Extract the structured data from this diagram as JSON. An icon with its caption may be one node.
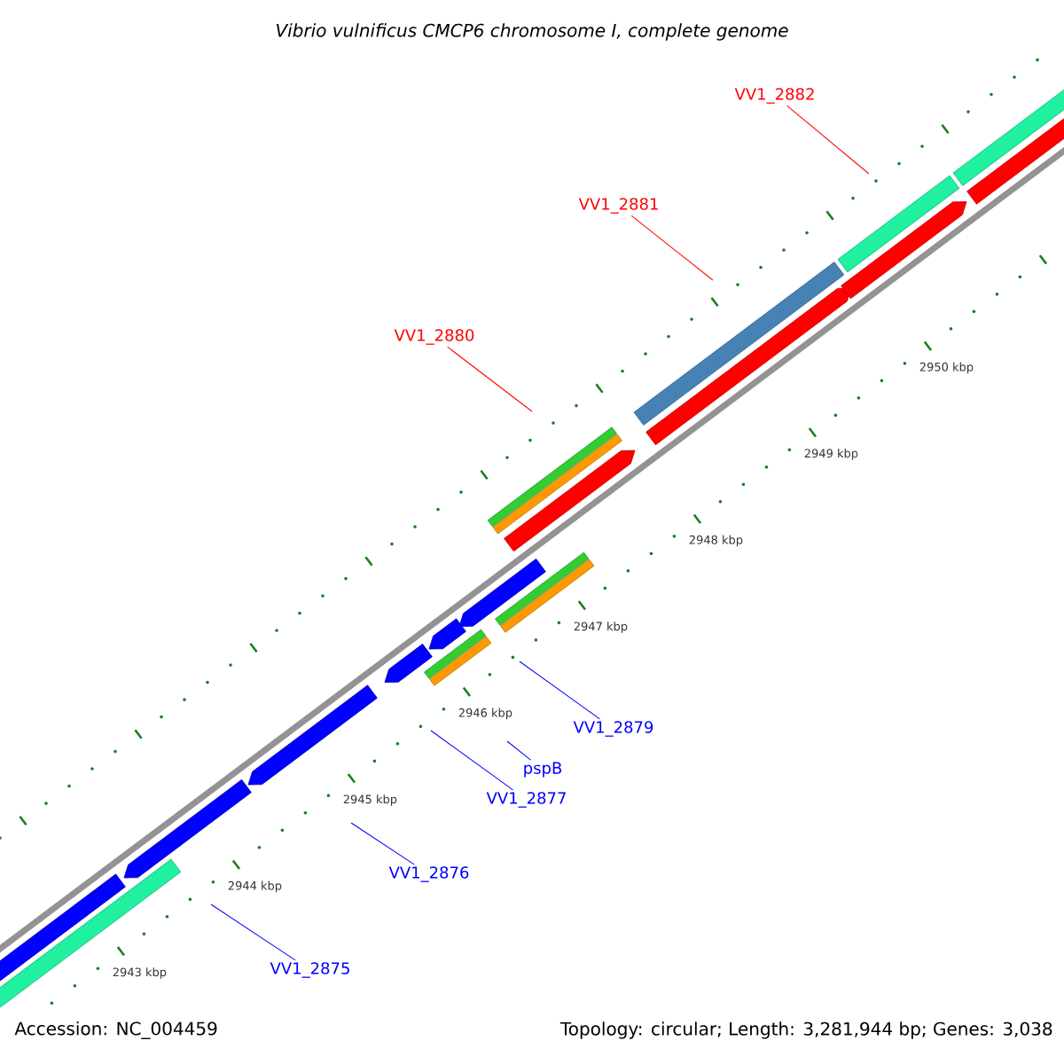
{
  "diagram": {
    "title": "Vibrio vulnificus CMCP6 chromosome I, complete genome",
    "nodes": [
      {
        "text": [
          "VV1_2882"
        ]
      },
      {
        "text": [
          "VV1_2881"
        ]
      },
      {
        "text": [
          "VV1_2880"
        ]
      },
      {
        "text": [
          "VV1_2879"
        ]
      },
      {
        "text": [
          "pspB"
        ]
      },
      {
        "text": [
          "VV1_2877"
        ]
      },
      {
        "text": [
          "VV1_2876"
        ]
      },
      {
        "text": [
          "VV1_2875"
        ]
      }
    ],
    "edges": [
      {
        "from": 0,
        "to": null,
        "arrow": "none",
        "color": "#ff0000"
      },
      {
        "from": 1,
        "to": null,
        "arrow": "none",
        "color": "#ff0000"
      },
      {
        "from": 2,
        "to": null,
        "arrow": "none",
        "color": "#ff0000"
      },
      {
        "from": 3,
        "to": null,
        "arrow": "none"
      },
      {
        "from": 4,
        "to": null,
        "arrow": "none"
      },
      {
        "from": 5,
        "to": null,
        "arrow": "none"
      },
      {
        "from": 6,
        "to": null,
        "arrow": "none"
      },
      {
        "from": 7,
        "to": null,
        "arrow": "none"
      }
    ],
    "labels": [
      "2950 kbp",
      "2949 kbp",
      "2948 kbp",
      "2947 kbp",
      "2946 kbp",
      "2945 kbp",
      "2944 kbp",
      "2943 kbp",
      "Accession: NC_004459",
      "Topology: circular; Length: 3,281,944 bp; Genes: 3,038"
    ]
  }
}
